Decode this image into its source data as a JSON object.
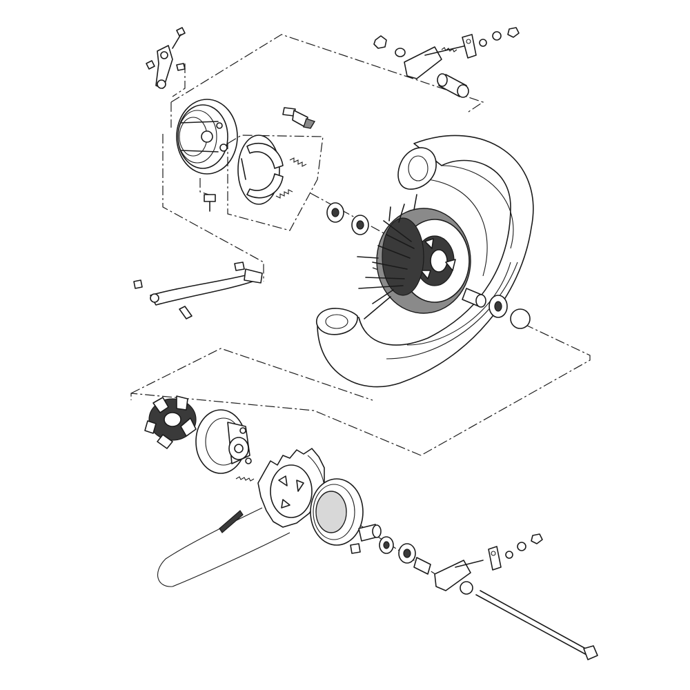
{
  "diagram": {
    "type": "exploded-parts-view",
    "subject": "rear-wheel-assembly",
    "parts": [
      {
        "id": "brake-cam-lever",
        "icon": "brake-lever-icon"
      },
      {
        "id": "brake-panel",
        "icon": "brake-drum-panel-icon"
      },
      {
        "id": "brake-shoes",
        "icon": "brake-shoe-icon"
      },
      {
        "id": "tire-valve",
        "icon": "valve-icon"
      },
      {
        "id": "torque-link",
        "icon": "torque-arm-icon"
      },
      {
        "id": "chain-adjuster-right",
        "icon": "adjuster-icon"
      },
      {
        "id": "axle-collar-right",
        "icon": "collar-icon"
      },
      {
        "id": "wheel-bearings",
        "icon": "bearing-icon"
      },
      {
        "id": "rear-hub",
        "icon": "hub-icon"
      },
      {
        "id": "spokes",
        "icon": "spoke-icon"
      },
      {
        "id": "tire",
        "icon": "tire-icon"
      },
      {
        "id": "inner-tube",
        "icon": "tube-icon"
      },
      {
        "id": "rim-band",
        "icon": "rim-band-icon"
      },
      {
        "id": "o-ring",
        "icon": "o-ring-icon"
      },
      {
        "id": "cush-drive-damper",
        "icon": "damper-icon"
      },
      {
        "id": "sprocket-carrier",
        "icon": "carrier-icon"
      },
      {
        "id": "rear-sprocket",
        "icon": "sprocket-icon"
      },
      {
        "id": "drive-chain",
        "icon": "chain-icon"
      },
      {
        "id": "dust-seal",
        "icon": "seal-icon"
      },
      {
        "id": "carrier-collar",
        "icon": "collar-icon"
      },
      {
        "id": "carrier-bearings",
        "icon": "bearing-icon"
      },
      {
        "id": "chain-adjuster-left",
        "icon": "adjuster-icon"
      },
      {
        "id": "rear-axle",
        "icon": "axle-icon"
      }
    ],
    "colors": {
      "line": "#1a1a1a",
      "background": "#ffffff",
      "hub_shade": "#8a8a8a",
      "dark_shade": "#3a3a3a"
    }
  }
}
